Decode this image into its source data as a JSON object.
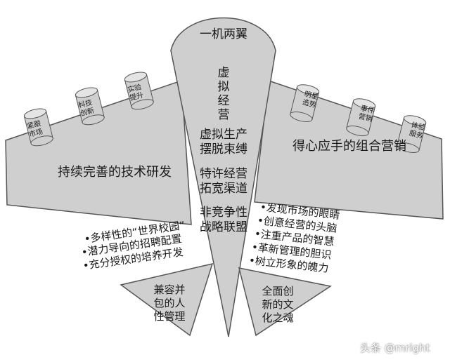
{
  "center": {
    "title": "一机两翼",
    "core": "虚\n拟\n经\n营",
    "item1": "虚拟生产\n摆脱束缚",
    "item2": "特许经营\n拓宽渠道",
    "item3": "非竞争性\n战略联盟"
  },
  "left_wing": {
    "label": "持续完善的技术研发",
    "cylinders": [
      "紧跟\n市场",
      "科技\n创新",
      "实验\n提升"
    ],
    "bullets": [
      "•多样性的“世界校园”",
      "•潜力导向的招聘配置",
      "•充分授权的培养开发"
    ],
    "triangle": "兼容并\n包的人\n性管理"
  },
  "right_wing": {
    "label": "得心应手的组合营销",
    "cylinders": [
      "明星\n造势",
      "事件\n营销",
      "体验\n服务"
    ],
    "bullets": [
      "•发现市场的眼睛",
      "•创意经营的头脑",
      "•注重产品的智慧",
      "•革新管理的胆识",
      "•树立形象的魄力"
    ],
    "triangle": "全面创\n新的文\n化之魂"
  },
  "watermark": "头条 @mright",
  "colors": {
    "fill": "#cfcfcf",
    "stroke": "#555555"
  }
}
